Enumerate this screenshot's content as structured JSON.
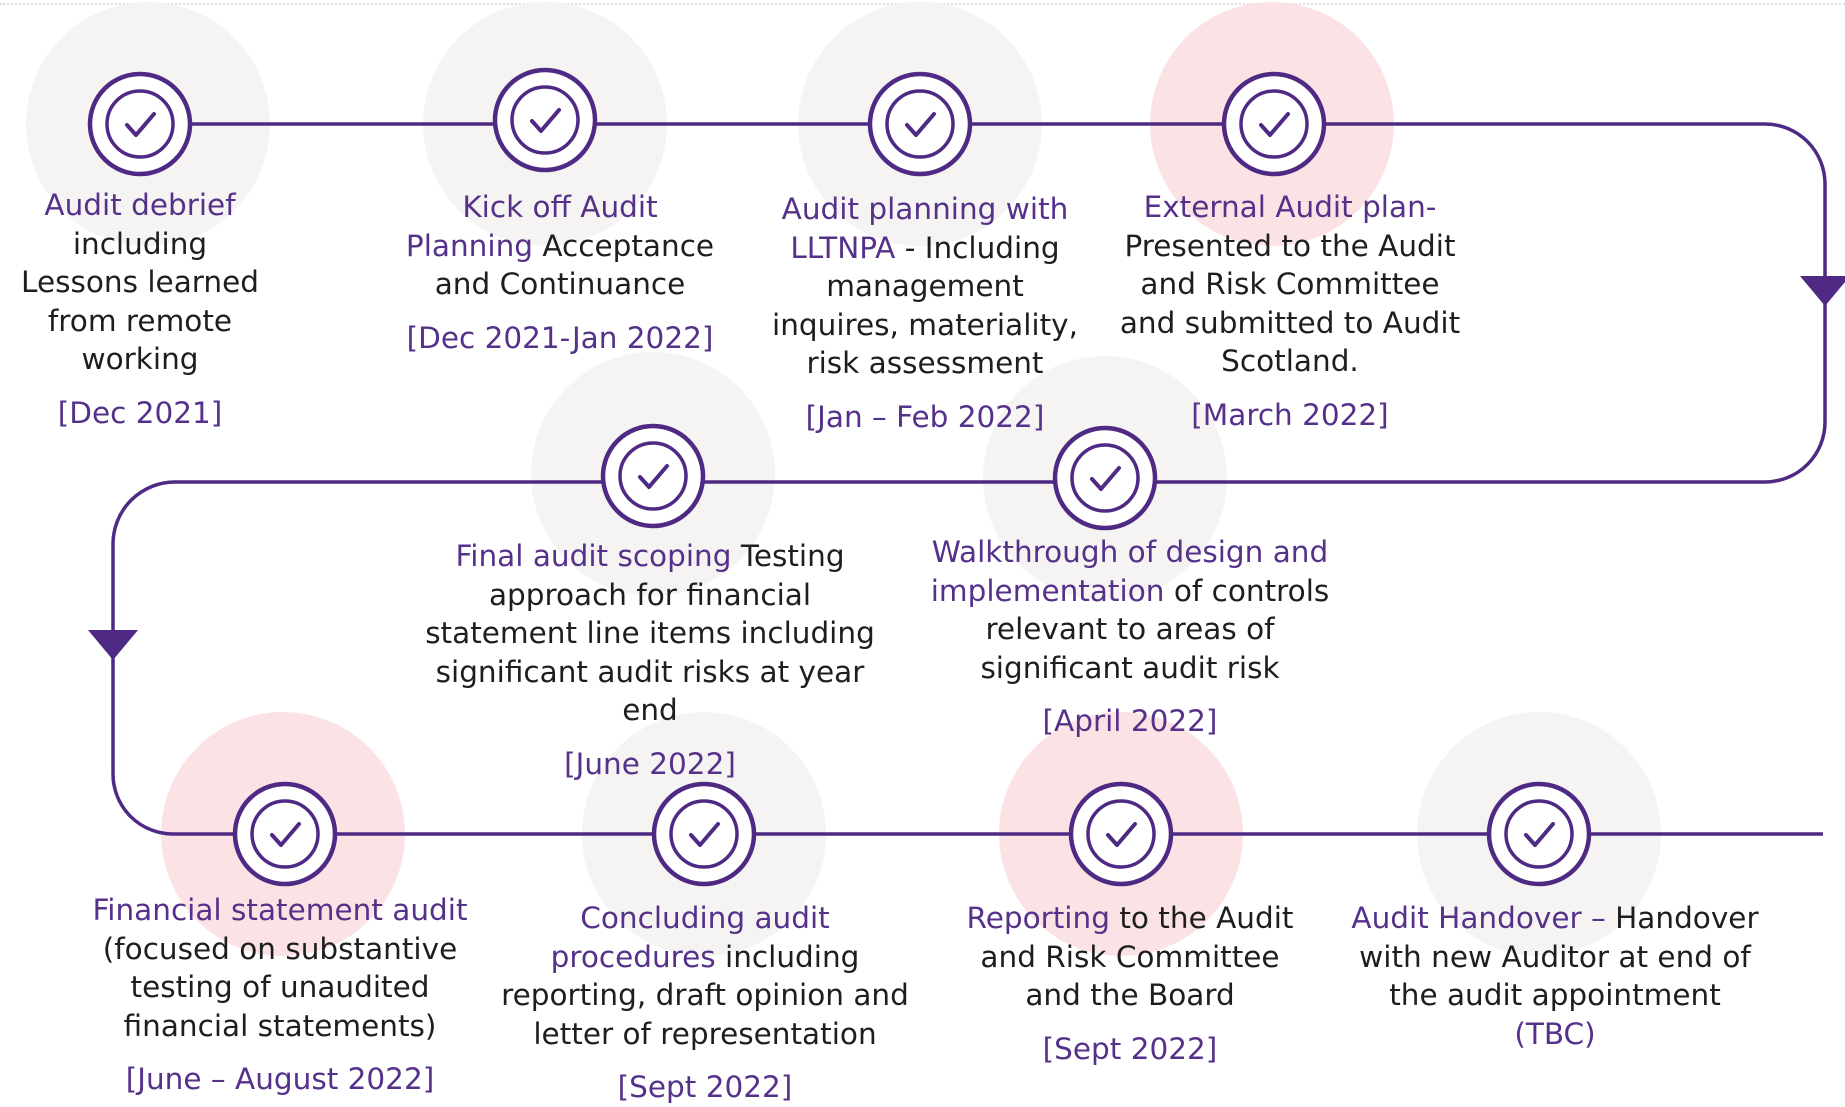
{
  "colors": {
    "accent": "#4e2a84",
    "title_text": "#55318a",
    "body_text": "#1e1e1e",
    "halo_grey": "#f6f4f3",
    "halo_pink": "#fbe2e5"
  },
  "icon": "check-circle-icon",
  "steps": [
    {
      "title": "Audit debrief",
      "text": " including Lessons learned from remote working",
      "date": "[Dec 2021]",
      "halo": "grey"
    },
    {
      "title": "Kick off Audit Planning",
      "text": " Acceptance and Continuance",
      "date": "[Dec 2021-Jan 2022]",
      "halo": "grey"
    },
    {
      "title": "Audit planning with LLTNPA",
      "text": "  - Including management inquires, materiality, risk assessment",
      "date": "[Jan – Feb 2022]",
      "halo": "grey"
    },
    {
      "title": "External Audit plan-",
      "text": " Presented to the Audit and Risk Committee and submitted to Audit Scotland.",
      "date": "[March 2022]",
      "halo": "pink"
    },
    {
      "title": "Walkthrough of design and implementation",
      "text": " of controls relevant to areas of significant audit risk",
      "date": "[April 2022]",
      "halo": "grey"
    },
    {
      "title": "Final audit scoping",
      "text": " Testing approach for financial statement line items including  significant audit risks at year end",
      "date": "[June 2022]",
      "halo": "grey"
    },
    {
      "title": "Financial statement audit",
      "text": " (focused on substantive testing of unaudited financial statements)",
      "date": "[June – August 2022]",
      "halo": "pink"
    },
    {
      "title": "Concluding audit procedures",
      "text": " including reporting, draft opinion and letter of representation",
      "date": "[Sept 2022]",
      "halo": "grey"
    },
    {
      "title": "Reporting",
      "text": " to the Audit and Risk Committee and the Board",
      "date": "[Sept 2022]",
      "halo": "pink"
    },
    {
      "title": "Audit Handover –",
      "text": " Handover with new Auditor at end of the audit appointment ",
      "tbc": "(TBC)",
      "halo": "grey"
    }
  ]
}
